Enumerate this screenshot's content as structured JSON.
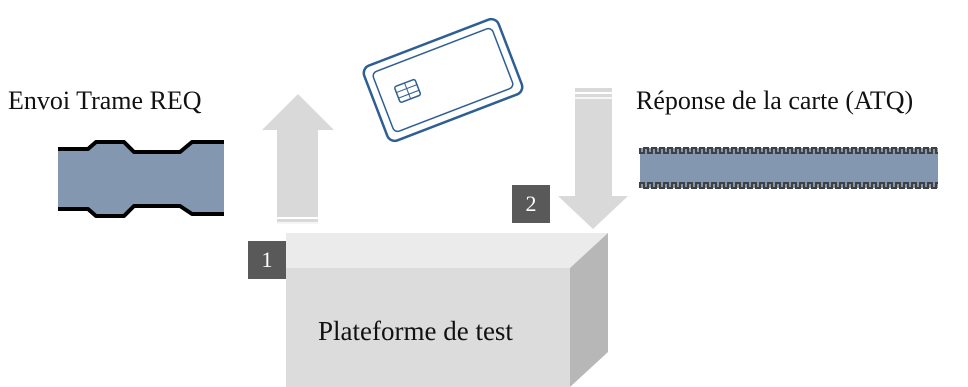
{
  "labels": {
    "request": "Envoi Trame REQ",
    "response": "Réponse de la carte (ATQ)",
    "platform": "Plateforme de test"
  },
  "steps": {
    "one": "1",
    "two": "2"
  },
  "colors": {
    "signal_fill": "#8497b0",
    "arrow_fill": "#d9d9d9",
    "box_front": "#dcdcdc",
    "box_top": "#ebebeb",
    "box_side": "#b7b7b7",
    "card_outline": "#2e5f93",
    "step_badge": "#595959"
  },
  "icons": {
    "card": "contactless-smart-card-icon",
    "up_arrow": "arrow-up-icon",
    "down_arrow": "arrow-down-icon"
  }
}
